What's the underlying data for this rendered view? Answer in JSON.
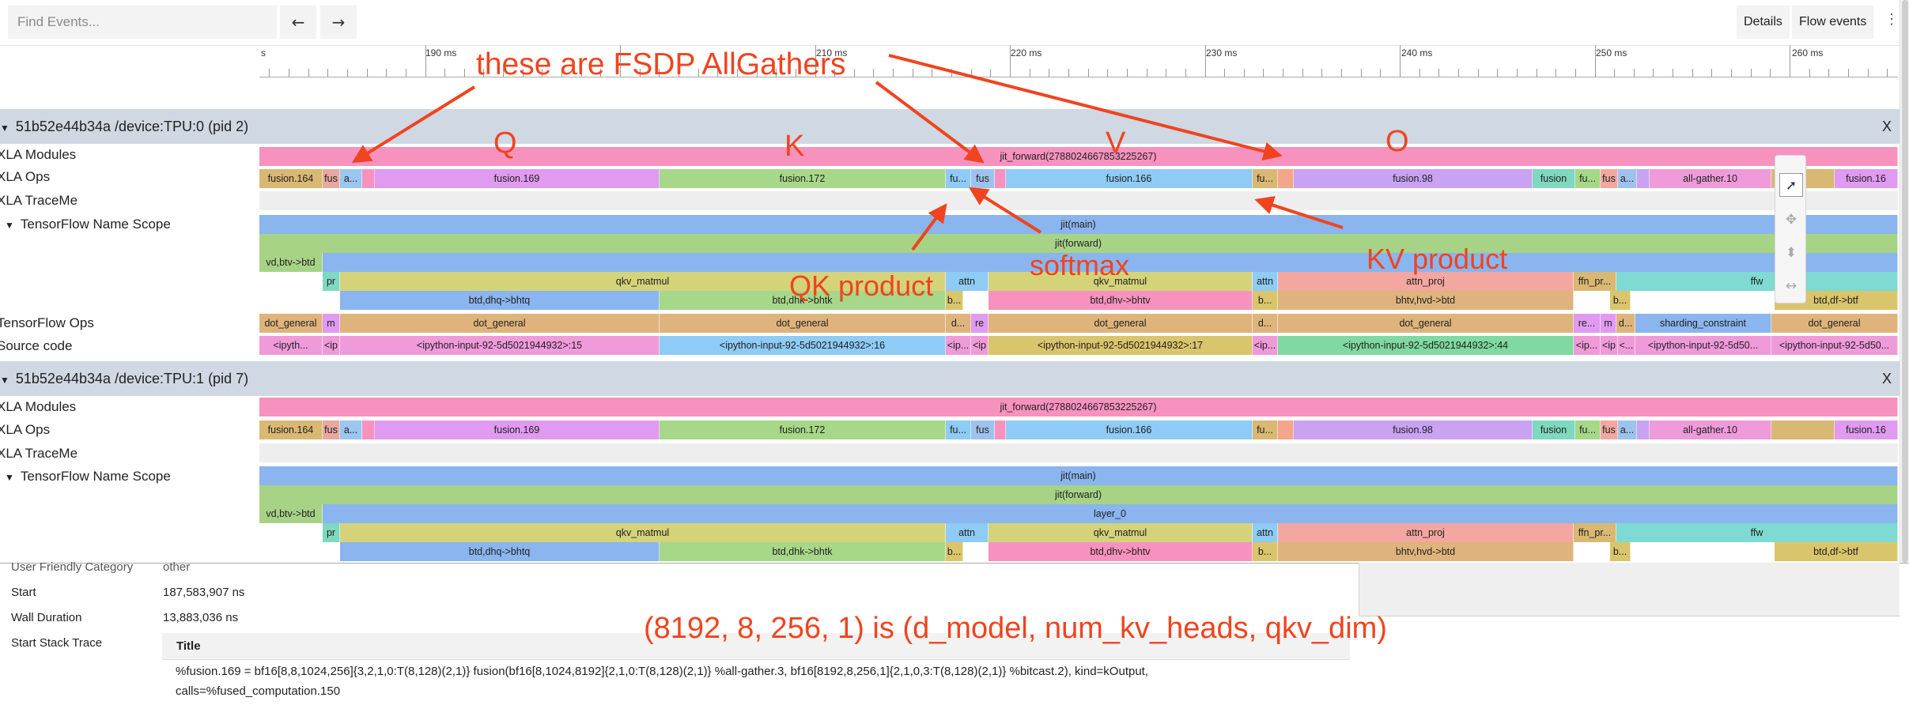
{
  "toolbar": {
    "search_placeholder": "Find Events...",
    "prev_label": "←",
    "next_label": "→",
    "details_label": "Details",
    "flow_events_label": "Flow events",
    "more_label": "⋮"
  },
  "timeline": {
    "tick_labels": [
      "s",
      "190 ms",
      "210 ms",
      "220 ms",
      "230 ms",
      "240 ms",
      "250 ms",
      "260 ms"
    ]
  },
  "process1": {
    "title": "51b52e44b34a /device:TPU:0 (pid 2)",
    "close_label": "X",
    "row_labels": [
      "XLA Modules",
      "XLA Ops",
      "XLA TraceMe",
      "TensorFlow Name Scope",
      "TensorFlow Ops",
      "Source code"
    ]
  },
  "process2": {
    "title": "51b52e44b34a /device:TPU:1 (pid 7)",
    "close_label": "X",
    "row_labels": [
      "XLA Modules",
      "XLA Ops",
      "XLA TraceMe",
      "TensorFlow Name Scope"
    ]
  },
  "slices": {
    "module": [
      "jit_forward(2788024667853225267)"
    ],
    "ops": [
      "fusion.164",
      "fus",
      "a...",
      "fusion.169",
      "fusion.172",
      "fu...",
      "fus",
      "fusion.166",
      "fu...",
      "fusion.98",
      "fusion",
      "fu...",
      "fus",
      "a...",
      "all-gather.10",
      "fusion.16"
    ],
    "scope1": [
      "jit(main)"
    ],
    "scope2": [
      "jit(forward)"
    ],
    "scope3": [
      "vd,btv->btd",
      "layer_0"
    ],
    "scope4": [
      "pr",
      "qkv_matmul",
      "attn",
      "qkv_matmul",
      "attn",
      "attn_proj",
      "ffn_pr...",
      "ffw"
    ],
    "scope5": [
      "btd,dhq->bhtq",
      "btd,dhk->bhtk",
      "b...",
      "btd,dhv->bhtv",
      "b...",
      "bhtv,hvd->btd",
      "b...",
      "btd,df->btf"
    ],
    "tfops": [
      "dot_general",
      "m",
      "dot_general",
      "dot_general",
      "d...",
      "re",
      "dot_general",
      "d...",
      "dot_general",
      "re...",
      "m",
      "d...",
      "sharding_constraint",
      "dot_general"
    ],
    "source": [
      "<ipyth...",
      "<ip",
      "<ipython-input-92-5d5021944932>:15",
      "<ipython-input-92-5d5021944932>:16",
      "<ip...",
      "<ip",
      "<ipython-input-92-5d5021944932>:17",
      "<ip...",
      "<ipython-input-92-5d5021944932>:44",
      "<ip...",
      "<ip",
      "<...",
      "<ipython-input-92-5d50...",
      "<ipython-input-92-5d50..."
    ]
  },
  "colors": {
    "module": "#f792bf",
    "fusion164": "#d9b873",
    "fusion169": "#e09af0",
    "fusion172": "#a7d788",
    "fusion166": "#8ecbf5",
    "fusion98": "#c9a2f2",
    "fusion_teal": "#7fd8c0",
    "allgather": "#ef9ad9",
    "jit_main": "#8ab5ee",
    "jit_forward": "#a7d386",
    "qkv": "#d5d37a",
    "attn_proj": "#f4a6a0",
    "ffw": "#7edad2",
    "dot_general": "#dfb47c",
    "source_green": "#7fd9a0",
    "source_gold": "#d9c56b",
    "annotation": "#f0441e"
  },
  "details": {
    "category_label": "User Friendly Category",
    "category_value": "other",
    "start_label": "Start",
    "start_value": "187,583,907 ns",
    "duration_label": "Wall Duration",
    "duration_value": "13,883,036 ns",
    "stack_label": "Start Stack Trace",
    "stack_title": "Title",
    "stack_line1": "%fusion.169 = bf16[8,8,1024,256]{3,2,1,0:T(8,128)(2,1)} fusion(bf16[8,1024,8192]{2,1,0:T(8,128)(2,1)} %all-gather.3, bf16[8192,8,256,1]{2,1,0,3:T(8,128)(2,1)} %bitcast.2), kind=kOutput,",
    "stack_line2": "calls=%fused_computation.150"
  },
  "annotations": {
    "fsdp": "these are FSDP AllGathers",
    "q": "Q",
    "k": "K",
    "v": "V",
    "o": "O",
    "qk": "QK product",
    "softmax": "softmax",
    "kv": "KV product",
    "shape": "(8192, 8, 256, 1) is (d_model, num_kv_heads, qkv_dim)"
  },
  "tools": {
    "select_icon": "pointer-icon",
    "pan_icon": "move-icon",
    "zoom_icon": "zoom-icon",
    "timing_icon": "timing-icon"
  }
}
